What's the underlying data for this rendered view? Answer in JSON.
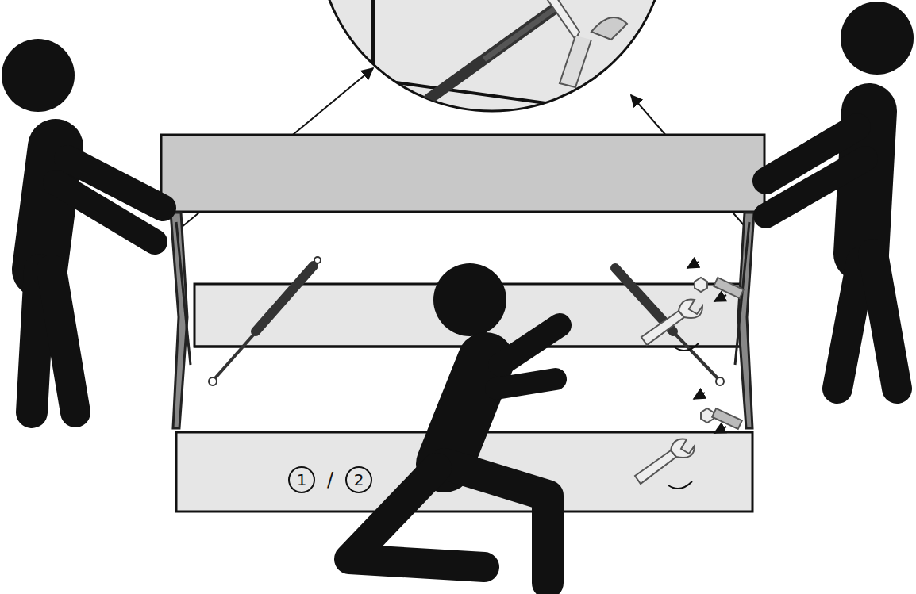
{
  "diagram": {
    "nodes": [
      {
        "text": [
          "1"
        ]
      },
      {
        "text": [
          "2"
        ]
      }
    ],
    "labels": [
      "/"
    ]
  }
}
